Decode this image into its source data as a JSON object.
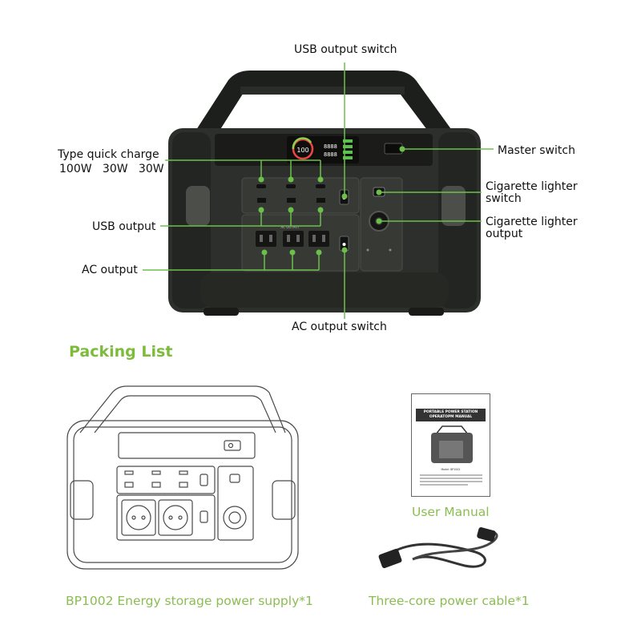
{
  "labels": {
    "usb_output_switch": "USB output switch",
    "master_switch": "Master switch",
    "type_quick_charge_title": "Type quick charge",
    "type_quick_charge_watts": "100W   30W   30W",
    "cig_switch_line1": "Cigarette lighter",
    "cig_switch_line2": "switch",
    "cig_output_line1": "Cigarette lighter",
    "cig_output_line2": "output",
    "usb_output": "USB output",
    "ac_output": "AC output",
    "ac_output_switch": "AC output switch"
  },
  "display": {
    "battery_percent": "100",
    "readout_top": "8888",
    "readout_bottom": "8888"
  },
  "panel": {
    "ac_section_label": "AC OUTPUT"
  },
  "packing_list": {
    "heading": "Packing List",
    "items": [
      {
        "caption": "BP1002 Energy storage power supply*1"
      },
      {
        "caption": "User Manual"
      },
      {
        "caption": "Three-core power cable*1"
      }
    ]
  },
  "manual": {
    "title_line1": "PORTABLE POWER STATION",
    "title_line2": "OPERATOPM MANUAL",
    "model": "Model: BP1002"
  },
  "colors": {
    "accent_green": "#7dbb3c",
    "leader_green": "#6cc04a",
    "device_body": "#2c2f2b",
    "handle": "#1d1f1c"
  }
}
